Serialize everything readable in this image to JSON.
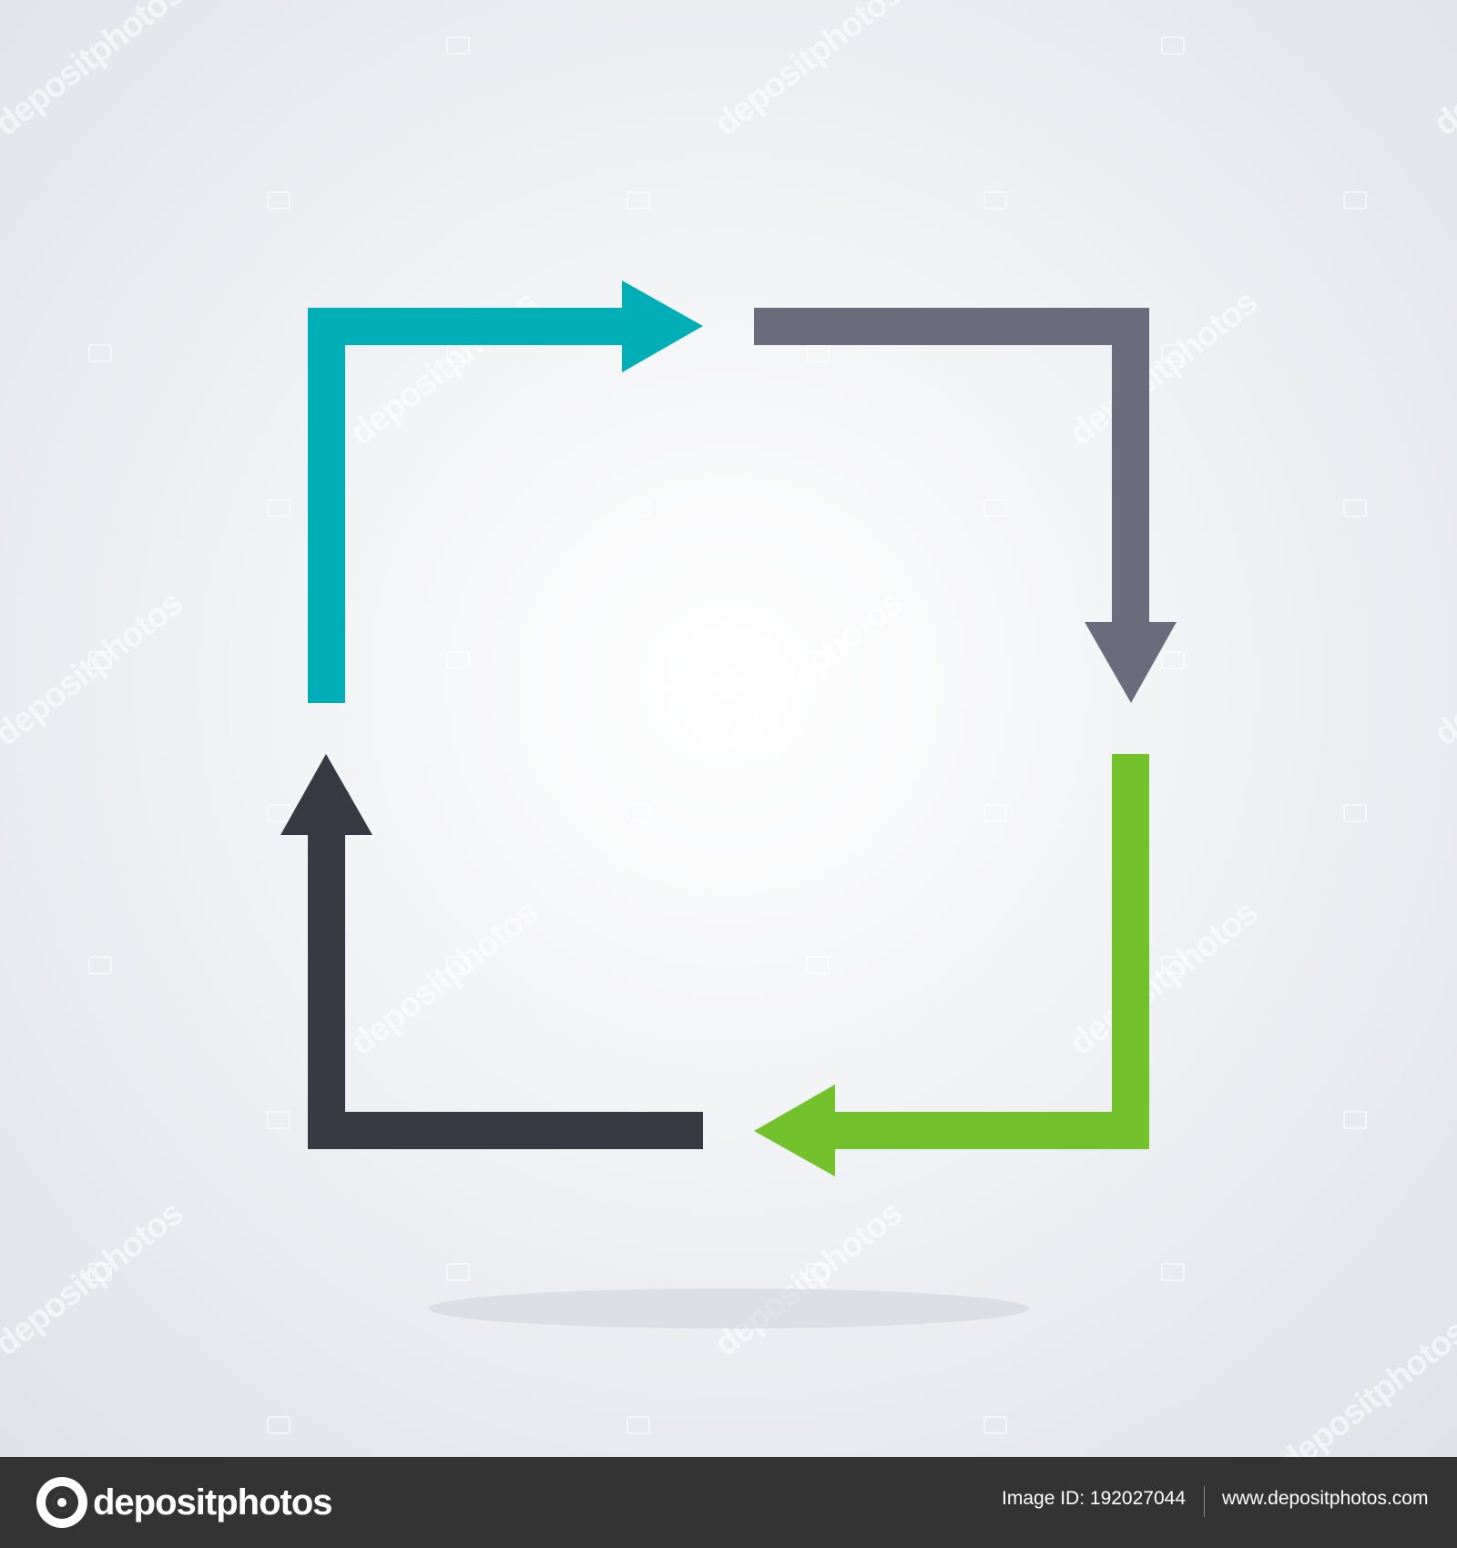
{
  "watermark": {
    "text": "depositphotos"
  },
  "diagram": {
    "arrows": [
      {
        "id": "top-left",
        "color": "#00aeb8",
        "direction": "right"
      },
      {
        "id": "top-right",
        "color": "#6a6c7e",
        "direction": "down"
      },
      {
        "id": "bottom-right",
        "color": "#73c22b",
        "direction": "left"
      },
      {
        "id": "bottom-left",
        "color": "#373a43",
        "direction": "up"
      }
    ]
  },
  "footer": {
    "logo_text": "depositphotos",
    "image_id": "Image ID: 192027044",
    "site": "www.depositphotos.com"
  }
}
